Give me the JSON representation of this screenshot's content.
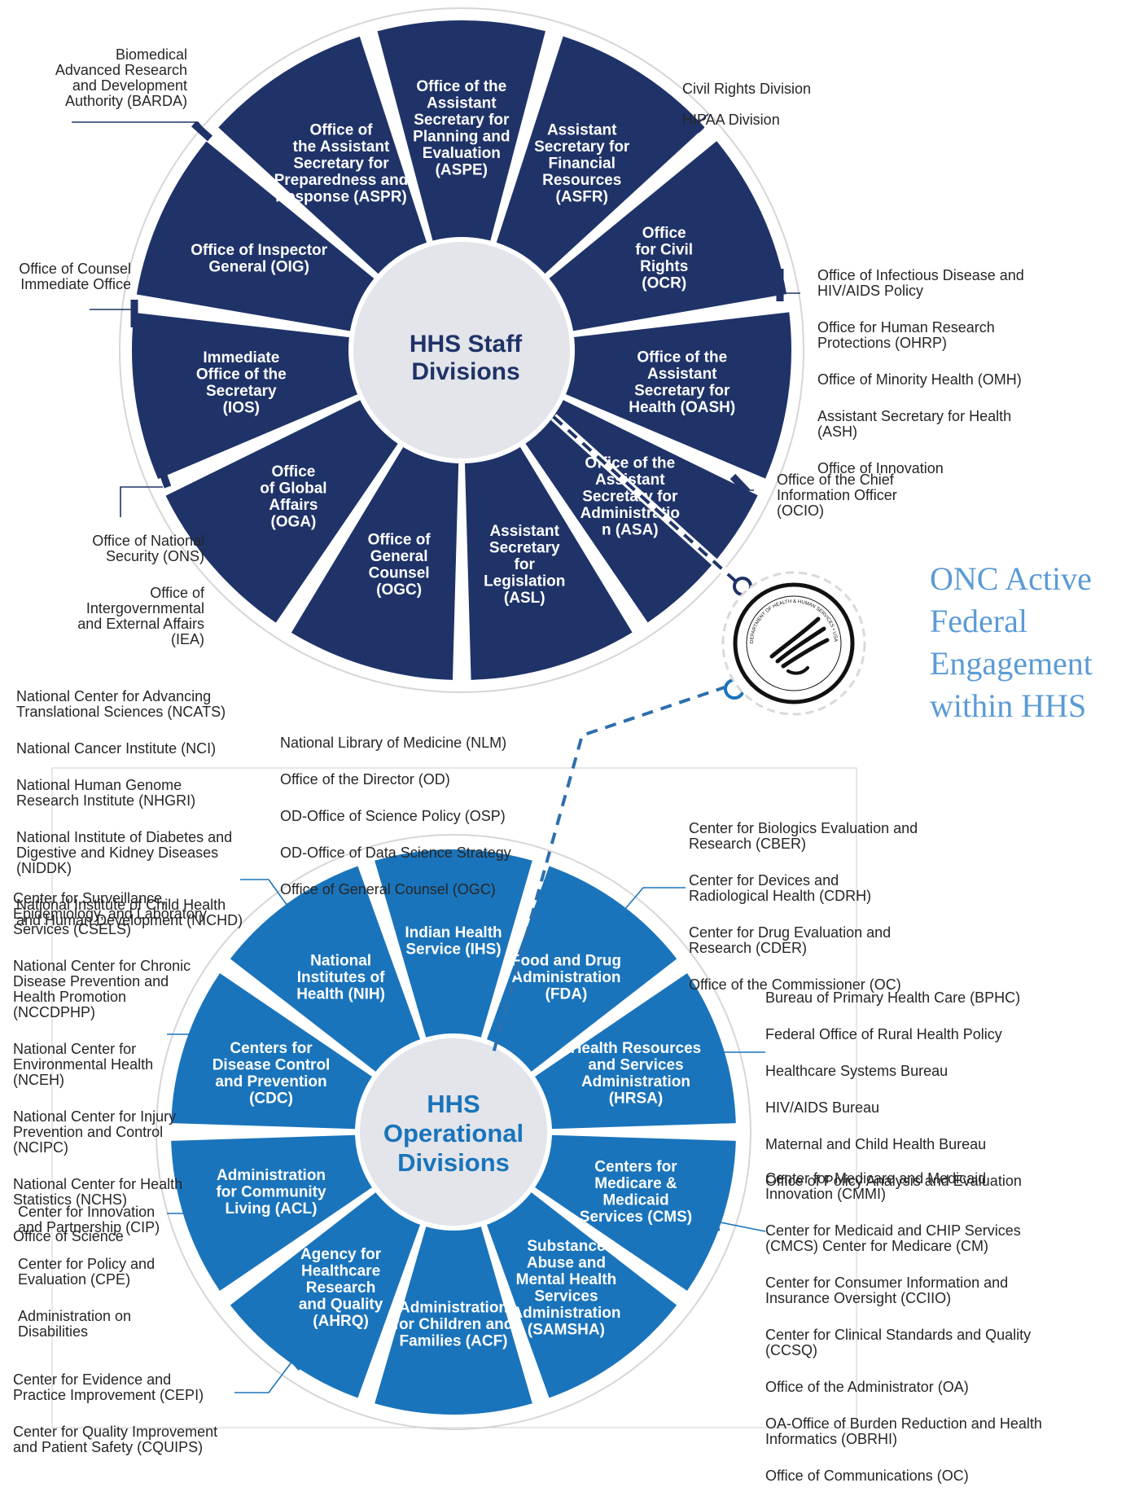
{
  "staff": {
    "center_title": "HHS Staff\nDivisions",
    "segments": [
      {
        "label": "Office of the\nAssistant\nSecretary for\nPlanning and\nEvaluation\n(ASPE)"
      },
      {
        "label": "Assistant\nSecretary for\nFinancial\nResources\n(ASFR)"
      },
      {
        "label": "Office\nfor Civil\nRights\n(OCR)"
      },
      {
        "label": "Office of the\nAssistant\nSecretary for\nHealth (OASH)"
      },
      {
        "label": "Office of the\nAssistant\nSecretary for\nAdministratio\nn  (ASA)"
      },
      {
        "label": "Assistant\nSecretary\nfor\nLegislation\n(ASL)"
      },
      {
        "label": "Office of\nGeneral\nCounsel\n(OGC)"
      },
      {
        "label": "Office\nof Global\nAffairs\n(OGA)"
      },
      {
        "label": "Immediate\nOffice of the\nSecretary\n(IOS)"
      },
      {
        "label": "Office of Inspector\nGeneral (OIG)"
      },
      {
        "label": "Office of\nthe Assistant\nSecretary for\nPreparedness and\nResponse (ASPR)"
      }
    ]
  },
  "operational": {
    "center_title": "HHS\nOperational\nDivisions",
    "segments": [
      {
        "label": "Indian Health\nService (IHS)"
      },
      {
        "label": "Food and Drug\nAdministration\n(FDA)"
      },
      {
        "label": "Health Resources\nand Services\nAdministration\n(HRSA)"
      },
      {
        "label": "Centers for\nMedicare &\nMedicaid\nServices (CMS)"
      },
      {
        "label": "Substance\nAbuse and\nMental Health\nServices\nAdministration\n(SAMSHA)"
      },
      {
        "label": "Administration\nfor Children and\nFamilies  (ACF)"
      },
      {
        "label": "Agency for\nHealthcare\nResearch\nand Quality\n(AHRQ)"
      },
      {
        "label": "Administration\nfor Community\nLiving (ACL)"
      },
      {
        "label": "Centers for\nDisease Control\nand Prevention\n(CDC)"
      },
      {
        "label": "National\nInstitutes of\nHealth (NIH)"
      }
    ]
  },
  "onc_title": "ONC Active\nFederal\nEngagement\nwithin HHS",
  "seal_text": "DEPARTMENT OF HEALTH & HUMAN SERVICES • USA",
  "annotations": {
    "barda": "Biomedical\nAdvanced Research\nand Development\nAuthority (BARDA)",
    "ocr": [
      "Civil Rights Division",
      "HIPAA Division"
    ],
    "oig": "Office of Counsel\nImmediate Office",
    "oash": [
      "Office of Infectious Disease and\nHIV/AIDS Policy",
      "Office for Human Research\nProtections (OHRP)",
      "Office of Minority Health  (OMH)",
      "Assistant  Secretary for Health\n(ASH)",
      "Office of Innovation"
    ],
    "asa": "Office of the Chief\nInformation Officer\n(OCIO)",
    "ios": [
      "Office of National\nSecurity (ONS)",
      "Office of\nIntergovernmental\nand External Affairs\n(IEA)"
    ],
    "nih_left": [
      "National  Center for Advancing\nTranslational Sciences (NCATS)",
      "National  Cancer Institute (NCI)",
      "National  Human  Genome\nResearch Institute (NHGRI)",
      "National Institute of Diabetes and\nDigestive and Kidney Diseases\n(NIDDK)",
      "National  Institute of Child Health\nand Human  Development  (NICHD)"
    ],
    "nih_right": [
      "National  Library of Medicine (NLM)",
      "Office of the Director (OD)",
      "OD-Office of Science Policy (OSP)",
      "OD-Office of Data Science Strategy",
      "Office of General  Counsel (OGC)"
    ],
    "cdc": [
      "Center for Surveillance,\nEpidemiology, and Laboratory\nServices (CSELS)",
      "National Center for Chronic\nDisease Prevention  and\nHealth  Promotion\n(NCCDPHP)",
      "National  Center for\nEnvironmental  Health\n(NCEH)",
      "National  Center for Injury\nPrevention and Control\n(NCIPC)",
      "National  Center for Health\nStatistics (NCHS)",
      "Office of Science"
    ],
    "acl": [
      "Center for Innovation\nand Partnership (CIP)",
      "Center for Policy and\nEvaluation  (CPE)",
      "Administration on\nDisabilities"
    ],
    "ahrq": [
      "Center for Evidence and\nPractice Improvement  (CEPI)",
      "Center for Quality Improvement\nand Patient Safety (CQUIPS)"
    ],
    "fda": [
      "Center for Biologics Evaluation  and\nResearch (CBER)",
      "Center for Devices and\nRadiological Health  (CDRH)",
      "Center for Drug Evaluation  and\nResearch (CDER)",
      "Office of the Commissioner  (OC)"
    ],
    "hrsa": [
      "Bureau of Primary Health  Care (BPHC)",
      "Federal Office of Rural Health  Policy",
      "Healthcare  Systems Bureau",
      "HIV/AIDS Bureau",
      "Maternal  and Child Health  Bureau",
      "Office of Policy Analysis and Evaluation"
    ],
    "cms": [
      "Center for Medicare and Medicaid\nInnovation  (CMMI)",
      "Center for Medicaid  and CHIP Services\n(CMCS) Center for Medicare (CM)",
      "Center for Consumer  Information and\nInsurance Oversight  (CCIIO)",
      "Center for Clinical Standards and Quality\n(CCSQ)",
      "Office of the Administrator  (OA)",
      "OA-Office of Burden Reduction  and Health\nInformatics (OBRHI)",
      "Office of Communications  (OC)"
    ]
  },
  "colors": {
    "staff": "#1f3368",
    "operational": "#1a74bb",
    "center_fill": "#e3e5ea",
    "connector": "#2e6fad",
    "onc": "#5b9bd5"
  }
}
